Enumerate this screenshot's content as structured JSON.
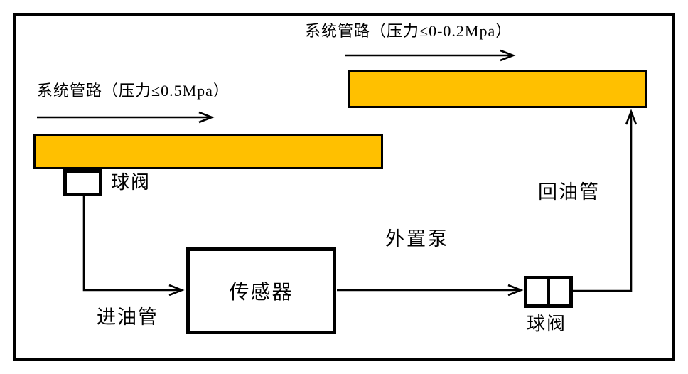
{
  "labels": {
    "top_pipe": "系统管路（压力≤0-0.2Mpa）",
    "left_pipe": "系统管路（压力≤0.5Mpa）",
    "valve_left": "球阀",
    "valve_right": "球阀",
    "sensor": "传感器",
    "pump": "外置泵",
    "inlet_pipe": "进油管",
    "return_pipe": "回油管"
  },
  "colors": {
    "pipe_fill": "#FFC000",
    "line": "#000000",
    "background": "#FFFFFF"
  }
}
